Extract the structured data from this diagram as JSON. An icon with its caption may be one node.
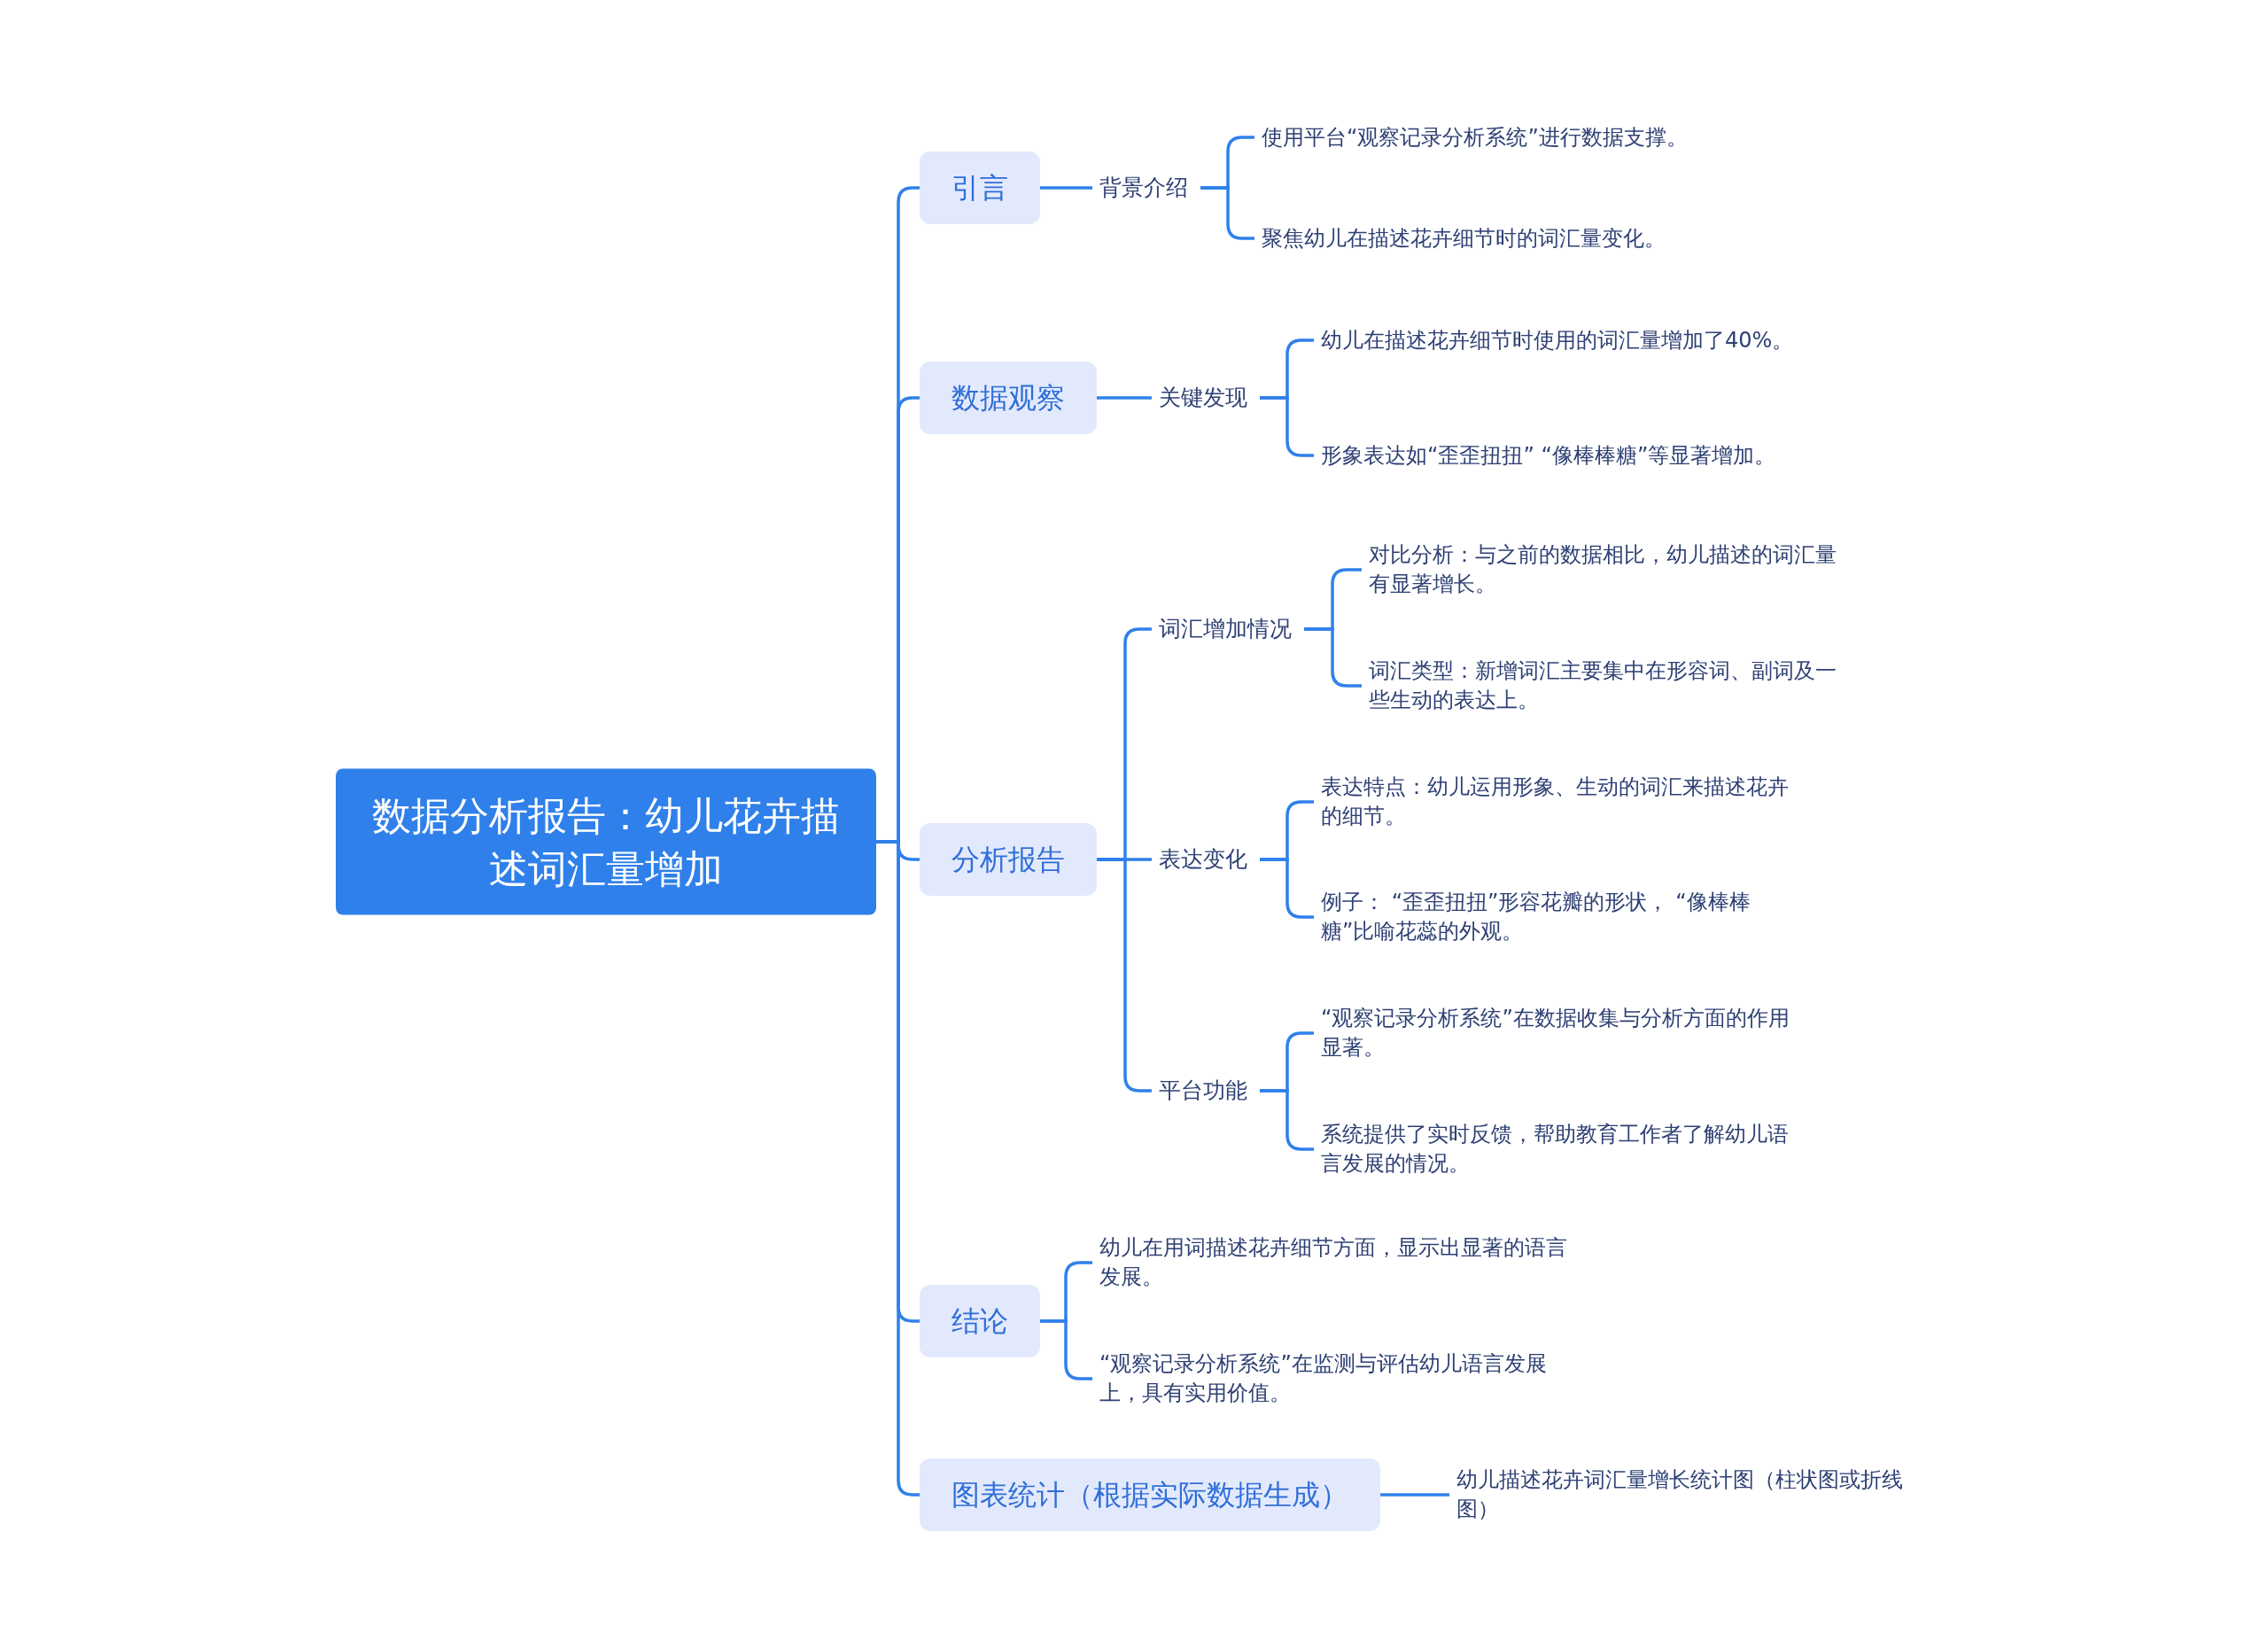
{
  "diagram": {
    "nodes": [
      {
        "text": [
          "数据分析报告：幼儿花卉描述词汇量增加"
        ]
      },
      {
        "text": [
          "引言"
        ]
      },
      {
        "text": [
          "背景介绍"
        ]
      },
      {
        "text": [
          "使用平台“观察记录分析系统”进行数据支撑。"
        ]
      },
      {
        "text": [
          "聚焦幼儿在描述花卉细节时的词汇量变化。"
        ]
      },
      {
        "text": [
          "数据观察"
        ]
      },
      {
        "text": [
          "关键发现"
        ]
      },
      {
        "text": [
          "幼儿在描述花卉细节时使用的词汇量增加了40%。"
        ]
      },
      {
        "text": [
          "形象表达如“歪歪扭扭” “像棒棒糖”等显著增加。"
        ]
      },
      {
        "text": [
          "分析报告"
        ]
      },
      {
        "text": [
          "词汇增加情况"
        ]
      },
      {
        "text": [
          "对比分析：与之前的数据相比，幼儿描述的词汇量有显著增长。"
        ]
      },
      {
        "text": [
          "词汇类型：新增词汇主要集中在形容词、副词及一些生动的表达上。"
        ]
      },
      {
        "text": [
          "表达变化"
        ]
      },
      {
        "text": [
          "表达特点：幼儿运用形象、生动的词汇来描述花卉的细节。"
        ]
      },
      {
        "text": [
          "例子： “歪歪扭扭”形容花瓣的形状， “像棒棒糖”比喻花蕊的外观。"
        ]
      },
      {
        "text": [
          "平台功能"
        ]
      },
      {
        "text": [
          " “观察记录分析系统”在数据收集与分析方面的作用显著。"
        ]
      },
      {
        "text": [
          "系统提供了实时反馈，帮助教育工作者了解幼儿语言发展的情况。"
        ]
      },
      {
        "text": [
          "结论"
        ]
      },
      {
        "text": [
          "幼儿在用词描述花卉细节方面，显示出显著的语言发展。"
        ]
      },
      {
        "text": [
          " “观察记录分析系统”在监测与评估幼儿语言发展上，具有实用价值。"
        ]
      },
      {
        "text": [
          "图表统计（根据实际数据生成）"
        ]
      },
      {
        "text": [
          "幼儿描述花卉词汇量增长统计图（柱状图或折线图）"
        ]
      }
    ],
    "edges": [
      {
        "from": 0,
        "to": 1,
        "arrow": "none"
      },
      {
        "from": 0,
        "to": 5,
        "arrow": "none"
      },
      {
        "from": 0,
        "to": 9,
        "arrow": "none"
      },
      {
        "from": 0,
        "to": 19,
        "arrow": "none"
      },
      {
        "from": 0,
        "to": 22,
        "arrow": "none"
      },
      {
        "from": 1,
        "to": 2,
        "arrow": "none"
      },
      {
        "from": 2,
        "to": 3,
        "arrow": "none"
      },
      {
        "from": 2,
        "to": 4,
        "arrow": "none"
      },
      {
        "from": 5,
        "to": 6,
        "arrow": "none"
      },
      {
        "from": 6,
        "to": 7,
        "arrow": "none"
      },
      {
        "from": 6,
        "to": 8,
        "arrow": "none"
      },
      {
        "from": 9,
        "to": 10,
        "arrow": "none"
      },
      {
        "from": 9,
        "to": 13,
        "arrow": "none"
      },
      {
        "from": 9,
        "to": 16,
        "arrow": "none"
      },
      {
        "from": 10,
        "to": 11,
        "arrow": "none"
      },
      {
        "from": 10,
        "to": 12,
        "arrow": "none"
      },
      {
        "from": 13,
        "to": 14,
        "arrow": "none"
      },
      {
        "from": 13,
        "to": 15,
        "arrow": "none"
      },
      {
        "from": 16,
        "to": 17,
        "arrow": "none"
      },
      {
        "from": 16,
        "to": 18,
        "arrow": "none"
      },
      {
        "from": 19,
        "to": 20,
        "arrow": "none"
      },
      {
        "from": 19,
        "to": 21,
        "arrow": "none"
      },
      {
        "from": 22,
        "to": 23,
        "arrow": "none"
      }
    ]
  }
}
